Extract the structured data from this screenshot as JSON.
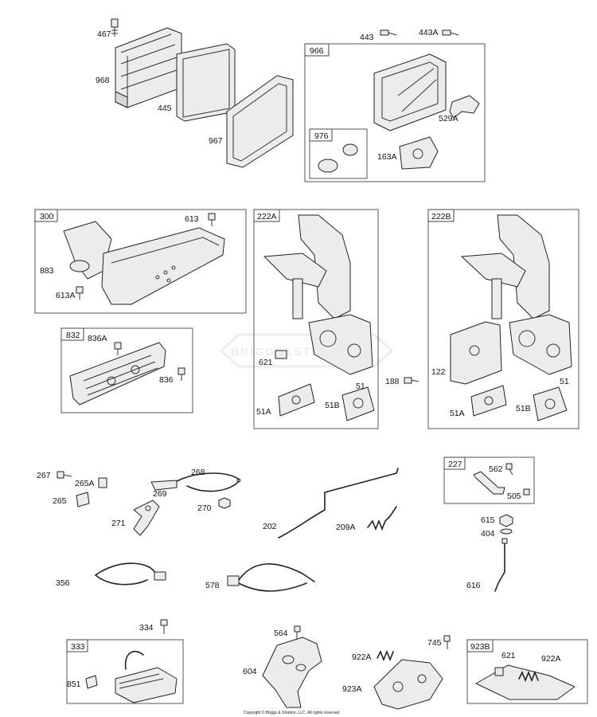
{
  "labels": {
    "l467": "467",
    "l968": "968",
    "l445": "445",
    "l967": "967",
    "l443": "443",
    "l443A": "443A",
    "l529A": "529A",
    "l163A": "163A",
    "l613": "613",
    "l883": "883",
    "l613A": "613A",
    "l836A": "836A",
    "l836": "836",
    "l621": "621",
    "l51": "51",
    "l51A": "51A",
    "l51B": "51B",
    "l188": "188",
    "l122": "122",
    "l51_b": "51",
    "l51A_b": "51A",
    "l51B_b": "51B",
    "l267": "267",
    "l265A": "265A",
    "l265": "265",
    "l268": "268",
    "l269": "269",
    "l270": "270",
    "l271": "271",
    "l202": "202",
    "l209A": "209A",
    "l562": "562",
    "l505": "505",
    "l615": "615",
    "l404": "404",
    "l616": "616",
    "l356": "356",
    "l578": "578",
    "l334": "334",
    "l851": "851",
    "l564": "564",
    "l604": "604",
    "l922A": "922A",
    "l923A": "923A",
    "l745": "745",
    "l621_b": "621",
    "l922A_b": "922A"
  },
  "tags": {
    "t966": "966",
    "t976": "976",
    "t300": "300",
    "t832": "832",
    "t222A": "222A",
    "t222B": "222B",
    "t227": "227",
    "t333": "333",
    "t923B": "923B"
  },
  "watermark": "BRIGGS&STRATTON",
  "copyright": "Copyright © Briggs & Stratton, LLC. All rights reserved."
}
